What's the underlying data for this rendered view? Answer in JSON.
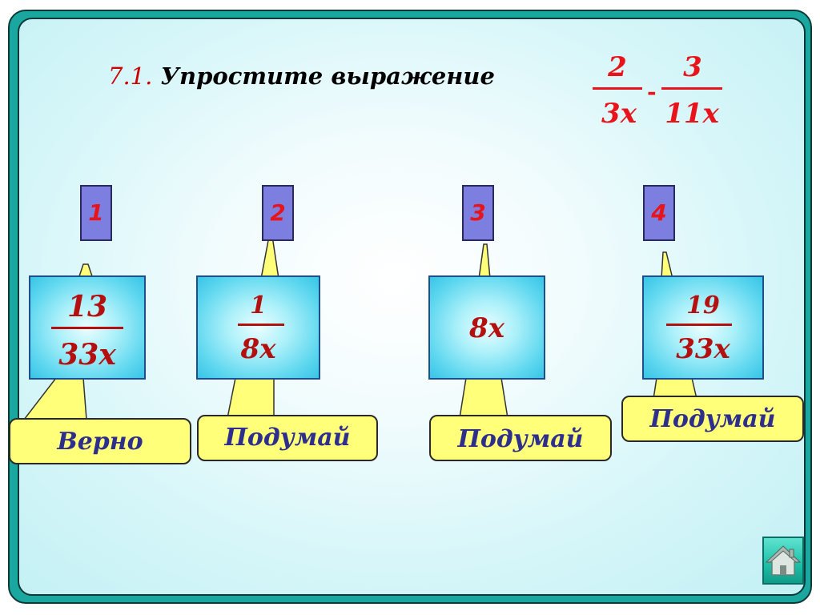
{
  "title": {
    "number": "7.1.",
    "text": "Упростите выражение"
  },
  "expression": {
    "frac1": {
      "numerator": "2",
      "denominator": "3x"
    },
    "operator": "-",
    "frac2": {
      "numerator": "3",
      "denominator": "11x"
    }
  },
  "options": [
    {
      "number": "1",
      "numerator": "13",
      "denominator": "33x",
      "feedback": "Верно"
    },
    {
      "number": "2",
      "numerator": "1",
      "denominator": "8x",
      "feedback": "Подумай"
    },
    {
      "number": "3",
      "value": "8x",
      "feedback": "Подумай"
    },
    {
      "number": "4",
      "numerator": "19",
      "denominator": "33x",
      "feedback": "Подумай"
    }
  ],
  "colors": {
    "frame": "#1aa7a0",
    "expression": "#e8141c",
    "answer_text": "#b51010",
    "number_box": "#7d7fe0",
    "callout": "#ffff7a",
    "callout_text": "#2e2f8c"
  },
  "icons": {
    "home": "home-icon"
  }
}
